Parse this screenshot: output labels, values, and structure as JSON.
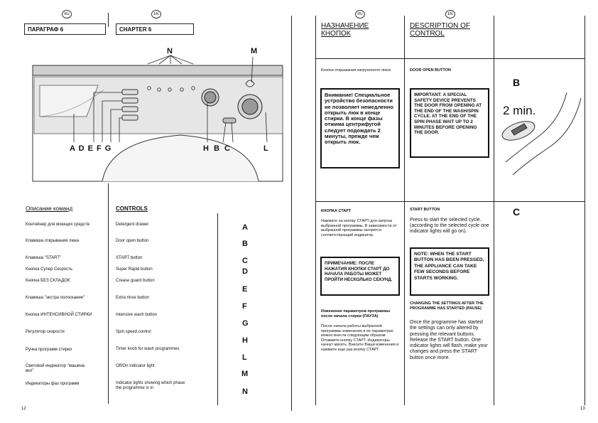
{
  "left_page": {
    "ru_badge": "RU",
    "en_badge": "EN",
    "ru_header": "ПАРАГРАФ 6",
    "en_header": "CHAPTER 6",
    "diagram": {
      "top_N": "N",
      "top_M": "M",
      "bottom_labels": "A D E F G",
      "bottom_hbc": "H B C",
      "bottom_l": "L"
    },
    "ru_title": "Описание команд",
    "en_title": "CONTROLS",
    "rows": [
      {
        "ru": "Контейнер для моющих средств",
        "en": "Detergent drawer",
        "letter": "A"
      },
      {
        "ru": "Клавиша открывания люка",
        "en": "Door open button",
        "letter": "B"
      },
      {
        "ru": "Клавиша \"START\"",
        "en": "START button",
        "letter": "C"
      },
      {
        "ru": "Кнопка Супер Скорость",
        "en": "Super Rapid button",
        "letter": "D"
      },
      {
        "ru": "Кнопка БЕЗ СКЛАДОК",
        "en": "Crease guard button",
        "letter": "E"
      },
      {
        "ru": "Клавиша \"экстра полоскание\"",
        "en": "Extra rinse button",
        "letter": "F"
      },
      {
        "ru": "Кнопка ИНТЕНСИВНОЙ СТИРКИ",
        "en": "Intensive wash button",
        "letter": "G"
      },
      {
        "ru": "Регулятор скорости",
        "en": "Spin speed control",
        "letter": "H"
      },
      {
        "ru": "Ручка программ стирки",
        "en": "Timer knob for wash programmes",
        "letter": "L"
      },
      {
        "ru": "Световой индикатор \"машина вкл\"",
        "en": "Off/On indicator light",
        "letter": "M"
      },
      {
        "ru": "Индикаторы фаз программ",
        "en": "Indicator lights showing which phase the programme is in",
        "letter": "N"
      }
    ],
    "page_number": "12"
  },
  "right_page": {
    "ru_badge": "RU",
    "en_badge": "EN",
    "ru_header": "НАЗНАЧЕНИЕ КНОПОК",
    "en_header": "DESCRIPTION OF CONTROL",
    "row_b": {
      "ru_title": "Кнопка открывания загрузочного люка",
      "en_title": "DOOR OPEN BUTTON",
      "ru_box": "Внимание! Специальное устройство безопасности не позволяет немедленно открыть люк в конце стирки. В конце фазы отжима центрифугой следует подождать 2 минуты, прежде чем открыть люк.",
      "en_box": "IMPORTANT: A SPECIAL SAFETY DEVICE PREVENTS THE DOOR FROM OPENING AT THE END OF THE WASH/SPIN CYCLE. AT THE END OF THE SPIN PHASE WAIT UP TO 2 MINUTES BEFORE OPENING THE DOOR.",
      "letter": "B",
      "illustration_text": "2 min."
    },
    "row_c": {
      "ru_title": "КНОПКА СТАРТ",
      "ru_text": "Нажмите на кнопку СТАРТ для запуска выбранной программы. В зависимости от выбранной программы загорится соответствующий индикатор.",
      "ru_box": "ПРИМЕЧАНИЕ: ПОСЛЕ НАЖАТИЯ КНОПКИ СТАРТ ДО НАЧАЛА РАБОТЫ МОЖЕТ ПРОЙТИ НЕСКОЛЬКО СЕКУНД.",
      "ru_sub": "Изменение параметров программы после начала стирки (ПАУЗА)",
      "ru_sub_text": "После начала работы выбранной программы изменения в ее параметрах можно внести следующим образом: Отожмите кнопку СТАРТ. Индикаторы начнут мигать. Внесите Ваши изменения и нажмите еще раз кнопку СТАРТ.",
      "en_title": "START BUTTON",
      "en_text": "Press to start the selected cycle. (according to the selected cycle one indicator lights will go on).",
      "en_box": "NOTE: WHEN THE START BUTTON HAS BEEN PRESSED, THE APPLIANCE CAN TAKE FEW SECONDS BEFORE STARTS WORKING.",
      "en_sub": "CHANGING THE SETTINGS AFTER THE PROGRAMME HAS STARTED (PAUSE)",
      "en_sub_text": "Once the programme has started the settings can only altered by pressing the relevant buttons. Release the START button. One indicator lights will flash, make your changes and press the START button once more.",
      "letter": "C"
    },
    "page_number": "13"
  }
}
